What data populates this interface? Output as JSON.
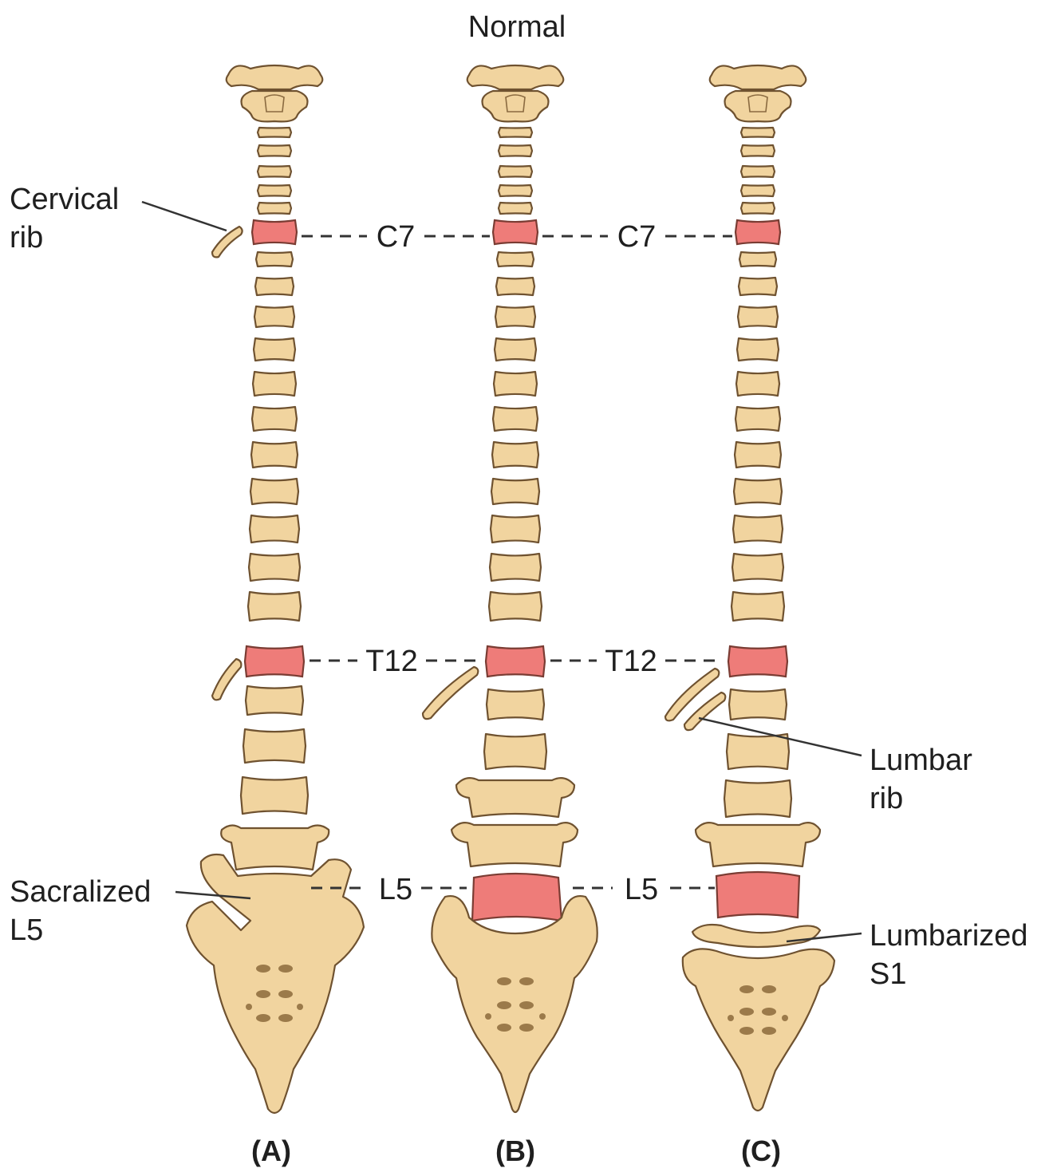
{
  "header": {
    "title": "Normal"
  },
  "levels": {
    "c7": "C7",
    "t12": "T12",
    "l5": "L5"
  },
  "callouts": {
    "cervical_rib": [
      "Cervical",
      "rib"
    ],
    "sacralized_l5": [
      "Sacralized",
      "L5"
    ],
    "lumbar_rib": [
      "Lumbar",
      "rib"
    ],
    "lumbarized_s1": [
      "Lumbarized",
      "S1"
    ]
  },
  "panels": [
    {
      "id": "A",
      "label": "(A)"
    },
    {
      "id": "B",
      "label": "(B)"
    },
    {
      "id": "C",
      "label": "(C)"
    }
  ],
  "colors": {
    "bone": "#f1d49f",
    "highlight": "#ee7c79",
    "outline": "#6f5230"
  }
}
